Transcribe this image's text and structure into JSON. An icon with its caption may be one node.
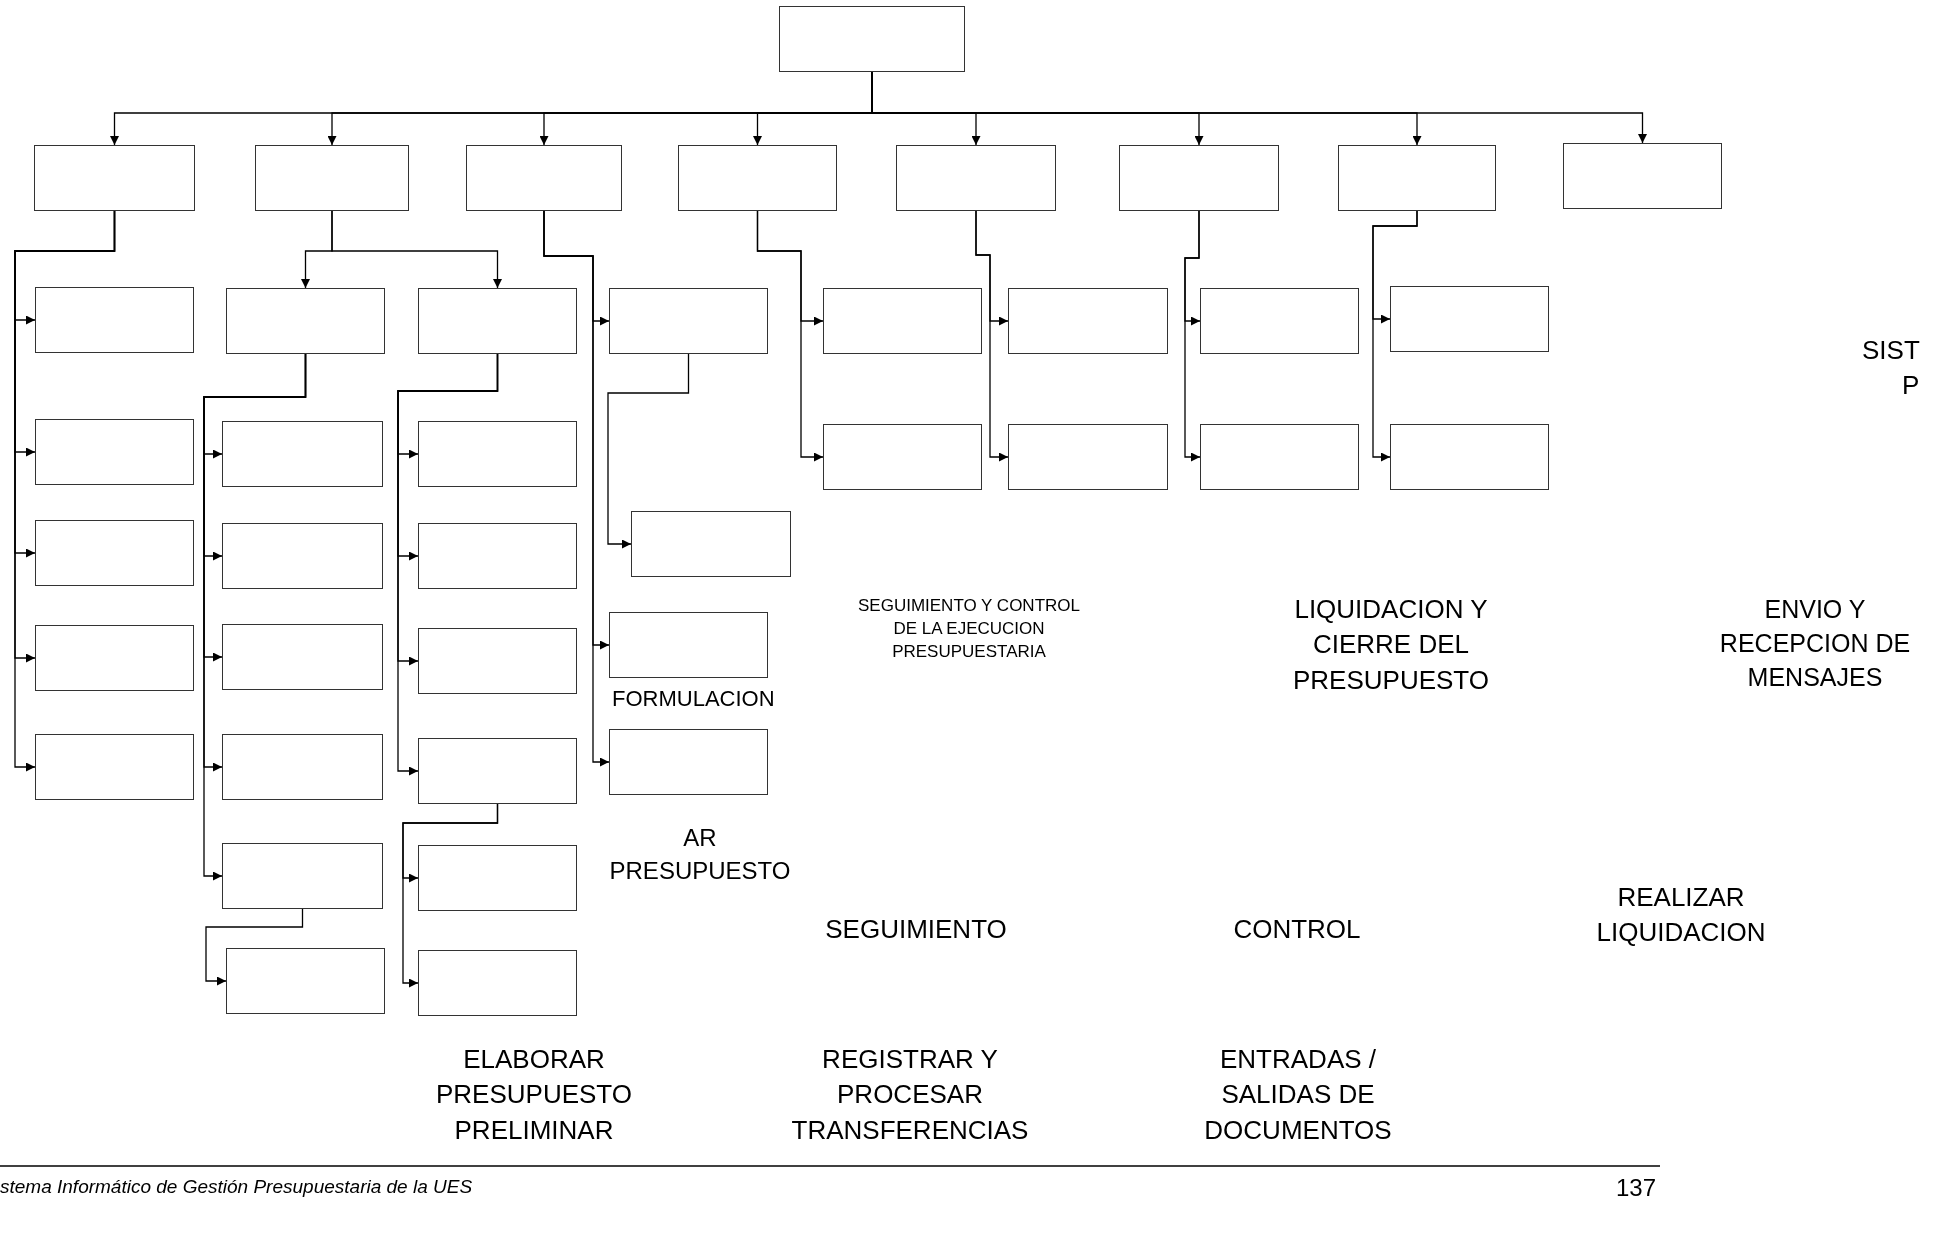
{
  "diagram": {
    "nodes": [
      {
        "text": [],
        "shape": "box"
      },
      {
        "text": [],
        "shape": "box"
      },
      {
        "text": [],
        "shape": "box"
      },
      {
        "text": [],
        "shape": "box"
      },
      {
        "text": [],
        "shape": "box"
      },
      {
        "text": [],
        "shape": "box"
      },
      {
        "text": [],
        "shape": "box"
      },
      {
        "text": [],
        "shape": "box"
      },
      {
        "text": [],
        "shape": "box"
      },
      {
        "text": [],
        "shape": "box"
      },
      {
        "text": [],
        "shape": "box"
      },
      {
        "text": [],
        "shape": "box"
      },
      {
        "text": [],
        "shape": "box"
      },
      {
        "text": [],
        "shape": "box"
      },
      {
        "text": [],
        "shape": "box"
      },
      {
        "text": [],
        "shape": "box"
      },
      {
        "text": [],
        "shape": "box"
      },
      {
        "text": [],
        "shape": "box"
      },
      {
        "text": [],
        "shape": "box"
      },
      {
        "text": [],
        "shape": "box"
      },
      {
        "text": [],
        "shape": "box"
      },
      {
        "text": [],
        "shape": "box"
      },
      {
        "text": [],
        "shape": "box"
      },
      {
        "text": [],
        "shape": "box"
      },
      {
        "text": [],
        "shape": "box"
      },
      {
        "text": [],
        "shape": "box"
      },
      {
        "text": [],
        "shape": "box"
      },
      {
        "text": [],
        "shape": "box"
      },
      {
        "text": [],
        "shape": "box"
      },
      {
        "text": [],
        "shape": "box"
      },
      {
        "text": [],
        "shape": "box"
      },
      {
        "text": [],
        "shape": "box"
      },
      {
        "text": [],
        "shape": "box"
      },
      {
        "text": [],
        "shape": "box"
      },
      {
        "text": [],
        "shape": "box"
      },
      {
        "text": [],
        "shape": "box"
      },
      {
        "text": [],
        "shape": "box"
      },
      {
        "text": [],
        "shape": "box"
      },
      {
        "text": [],
        "shape": "box"
      },
      {
        "text": [],
        "shape": "box"
      }
    ],
    "edges": [
      {
        "from": 0,
        "to": 1,
        "arrow": "to"
      },
      {
        "from": 0,
        "to": 2,
        "arrow": "to"
      },
      {
        "from": 0,
        "to": 3,
        "arrow": "to"
      },
      {
        "from": 0,
        "to": 4,
        "arrow": "to"
      },
      {
        "from": 0,
        "to": 5,
        "arrow": "to"
      },
      {
        "from": 0,
        "to": 6,
        "arrow": "to"
      },
      {
        "from": 0,
        "to": 7,
        "arrow": "to"
      },
      {
        "from": 0,
        "to": 8,
        "arrow": "to"
      },
      {
        "from": 1,
        "to": 9,
        "arrow": "to"
      },
      {
        "from": 1,
        "to": 10,
        "arrow": "to"
      },
      {
        "from": 1,
        "to": 11,
        "arrow": "to"
      },
      {
        "from": 1,
        "to": 12,
        "arrow": "to"
      },
      {
        "from": 1,
        "to": 13,
        "arrow": "to"
      },
      {
        "from": 2,
        "to": 14,
        "arrow": "to"
      },
      {
        "from": 2,
        "to": 15,
        "arrow": "to"
      },
      {
        "from": 14,
        "to": 16,
        "arrow": "to"
      },
      {
        "from": 14,
        "to": 17,
        "arrow": "to"
      },
      {
        "from": 14,
        "to": 18,
        "arrow": "to"
      },
      {
        "from": 14,
        "to": 19,
        "arrow": "to"
      },
      {
        "from": 14,
        "to": 20,
        "arrow": "to"
      },
      {
        "from": 20,
        "to": 21,
        "arrow": "to"
      },
      {
        "from": 15,
        "to": 22,
        "arrow": "to"
      },
      {
        "from": 15,
        "to": 23,
        "arrow": "to"
      },
      {
        "from": 15,
        "to": 24,
        "arrow": "to"
      },
      {
        "from": 15,
        "to": 25,
        "arrow": "to"
      },
      {
        "from": 25,
        "to": 26,
        "arrow": "to"
      },
      {
        "from": 25,
        "to": 27,
        "arrow": "to"
      },
      {
        "from": 3,
        "to": 28,
        "arrow": "to"
      },
      {
        "from": 3,
        "to": 29,
        "arrow": "to"
      },
      {
        "from": 3,
        "to": 30,
        "arrow": "to"
      },
      {
        "from": 28,
        "to": 31,
        "arrow": "to"
      },
      {
        "from": 4,
        "to": 32,
        "arrow": "to"
      },
      {
        "from": 4,
        "to": 33,
        "arrow": "to"
      },
      {
        "from": 5,
        "to": 34,
        "arrow": "to"
      },
      {
        "from": 5,
        "to": 35,
        "arrow": "to"
      },
      {
        "from": 6,
        "to": 36,
        "arrow": "to"
      },
      {
        "from": 6,
        "to": 37,
        "arrow": "to"
      },
      {
        "from": 7,
        "to": 38,
        "arrow": "to"
      },
      {
        "from": 7,
        "to": 39,
        "arrow": "to"
      }
    ],
    "labels": [
      "SIST",
      "P",
      "SEGUIMIENTO Y CONTROL DE LA EJECUCION PRESUPUESTARIA",
      "LIQUIDACION Y CIERRE DEL PRESUPUESTO",
      "ENVIO Y RECEPCION DE MENSAJES",
      "FORMULACION",
      "AR PRESUPUESTO",
      "SEGUIMIENTO",
      "CONTROL",
      "REALIZAR LIQUIDACION",
      "ELABORAR PRESUPUESTO PRELIMINAR",
      "REGISTRAR Y PROCESAR TRANSFERENCIAS",
      "ENTRADAS / SALIDAS DE DOCUMENTOS",
      "stema Informático de Gestión Presupuestaria de la UES",
      "137"
    ]
  }
}
